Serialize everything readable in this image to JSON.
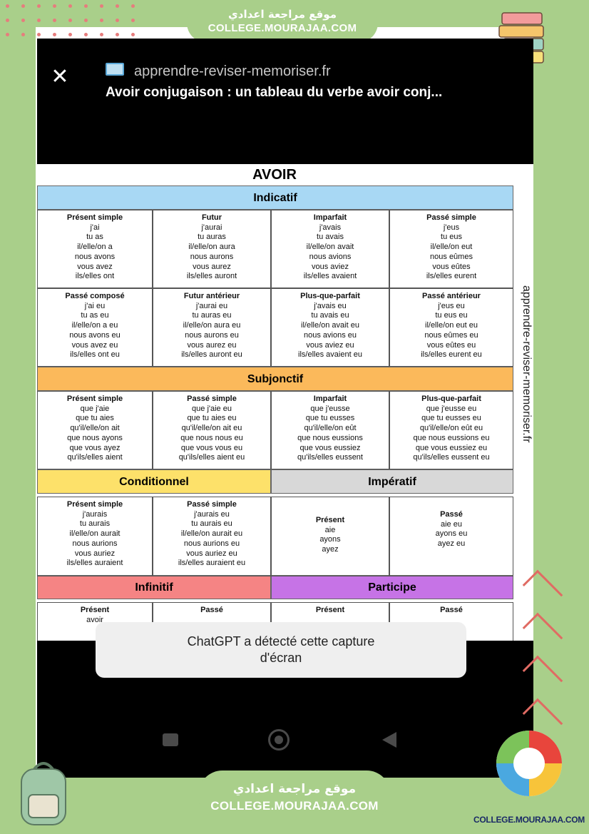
{
  "watermark": {
    "arabic": "موقع مراجعة اعدادي",
    "site": "COLLEGE.MOURAJAA.COM",
    "logo_text": "COLLEGE.MOURAJAA.COM"
  },
  "browser": {
    "domain": "apprendre-reviser-memoriser.fr",
    "title": "Avoir conjugaison : un tableau du verbe avoir conj..."
  },
  "sheet": {
    "title": "AVOIR",
    "side_label": "apprendre-reviser-memoriser.fr",
    "sections": {
      "indicatif": "Indicatif",
      "subjonctif": "Subjonctif",
      "conditionnel": "Conditionnel",
      "imperatif": "Impératif",
      "infinitif": "Infinitif",
      "participe": "Participe"
    },
    "colors": {
      "indicatif": "#a8d8f4",
      "subjonctif": "#fbb95b",
      "conditionnel": "#fde16a",
      "imperatif": "#d8d8d8",
      "infinitif": "#f58484",
      "participe": "#c673e6"
    },
    "indicatif_row1": [
      {
        "tense": "Présent simple",
        "forms": [
          "j'ai",
          "tu as",
          "il/elle/on a",
          "nous avons",
          "vous avez",
          "ils/elles ont"
        ]
      },
      {
        "tense": "Futur",
        "forms": [
          "j'aurai",
          "tu auras",
          "il/elle/on aura",
          "nous aurons",
          "vous aurez",
          "ils/elles auront"
        ]
      },
      {
        "tense": "Imparfait",
        "forms": [
          "j'avais",
          "tu avais",
          "il/elle/on avait",
          "nous avions",
          "vous aviez",
          "ils/elles avaient"
        ]
      },
      {
        "tense": "Passé simple",
        "forms": [
          "j'eus",
          "tu eus",
          "il/elle/on eut",
          "nous eûmes",
          "vous eûtes",
          "ils/elles eurent"
        ]
      }
    ],
    "indicatif_row2": [
      {
        "tense": "Passé composé",
        "forms": [
          "j'ai eu",
          "tu as eu",
          "il/elle/on a eu",
          "nous avons eu",
          "vous avez eu",
          "ils/elles ont eu"
        ]
      },
      {
        "tense": "Futur antérieur",
        "forms": [
          "j'aurai eu",
          "tu auras eu",
          "il/elle/on aura eu",
          "nous aurons eu",
          "vous aurez eu",
          "ils/elles auront eu"
        ]
      },
      {
        "tense": "Plus-que-parfait",
        "forms": [
          "j'avais eu",
          "tu avais eu",
          "il/elle/on avait eu",
          "nous avions eu",
          "vous aviez eu",
          "ils/elles avaient eu"
        ]
      },
      {
        "tense": "Passé antérieur",
        "forms": [
          "j'eus eu",
          "tu eus eu",
          "il/elle/on eut eu",
          "nous eûmes eu",
          "vous eûtes eu",
          "ils/elles eurent eu"
        ]
      }
    ],
    "subjonctif_row": [
      {
        "tense": "Présent simple",
        "forms": [
          "que j'aie",
          "que tu aies",
          "qu'il/elle/on ait",
          "que nous ayons",
          "que vous ayez",
          "qu'ils/elles aient"
        ]
      },
      {
        "tense": "Passé simple",
        "forms": [
          "que j'aie eu",
          "que tu aies eu",
          "qu'il/elle/on ait eu",
          "que nous nous eu",
          "que vous vous eu",
          "qu'ils/elles aient eu"
        ]
      },
      {
        "tense": "Imparfait",
        "forms": [
          "que j'eusse",
          "que tu eusses",
          "qu'il/elle/on eût",
          "que nous eussions",
          "que vous eussiez",
          "qu'ils/elles eussent"
        ]
      },
      {
        "tense": "Plus-que-parfait",
        "forms": [
          "que j'eusse eu",
          "que tu eusses eu",
          "qu'il/elle/on eût eu",
          "que nous eussions eu",
          "que vous eussiez eu",
          "qu'ils/elles eussent eu"
        ]
      }
    ],
    "conditionnel_row": [
      {
        "tense": "Présent simple",
        "forms": [
          "j'aurais",
          "tu aurais",
          "il/elle/on aurait",
          "nous aurions",
          "vous auriez",
          "ils/elles auraient"
        ]
      },
      {
        "tense": "Passé simple",
        "forms": [
          "j'aurais eu",
          "tu aurais eu",
          "il/elle/on aurait eu",
          "nous aurions eu",
          "vous auriez eu",
          "ils/elles auraient eu"
        ]
      }
    ],
    "imperatif_row": [
      {
        "tense": "Présent",
        "forms": [
          "aie",
          "ayons",
          "ayez"
        ]
      },
      {
        "tense": "Passé",
        "forms": [
          "aie eu",
          "ayons eu",
          "ayez eu"
        ]
      }
    ],
    "bottom_row": [
      {
        "tense": "Présent",
        "forms": [
          "avoir"
        ]
      },
      {
        "tense": "Passé",
        "forms": []
      },
      {
        "tense": "Présent",
        "forms": []
      },
      {
        "tense": "Passé",
        "forms": []
      }
    ]
  },
  "toast": {
    "line1": "ChatGPT a détecté cette capture",
    "line2": "d'écran"
  },
  "icons": {
    "close": "close-icon",
    "favicon": "site-favicon-icon",
    "nav_recent": "recent-apps-icon",
    "nav_home": "home-icon",
    "nav_back": "back-icon"
  }
}
